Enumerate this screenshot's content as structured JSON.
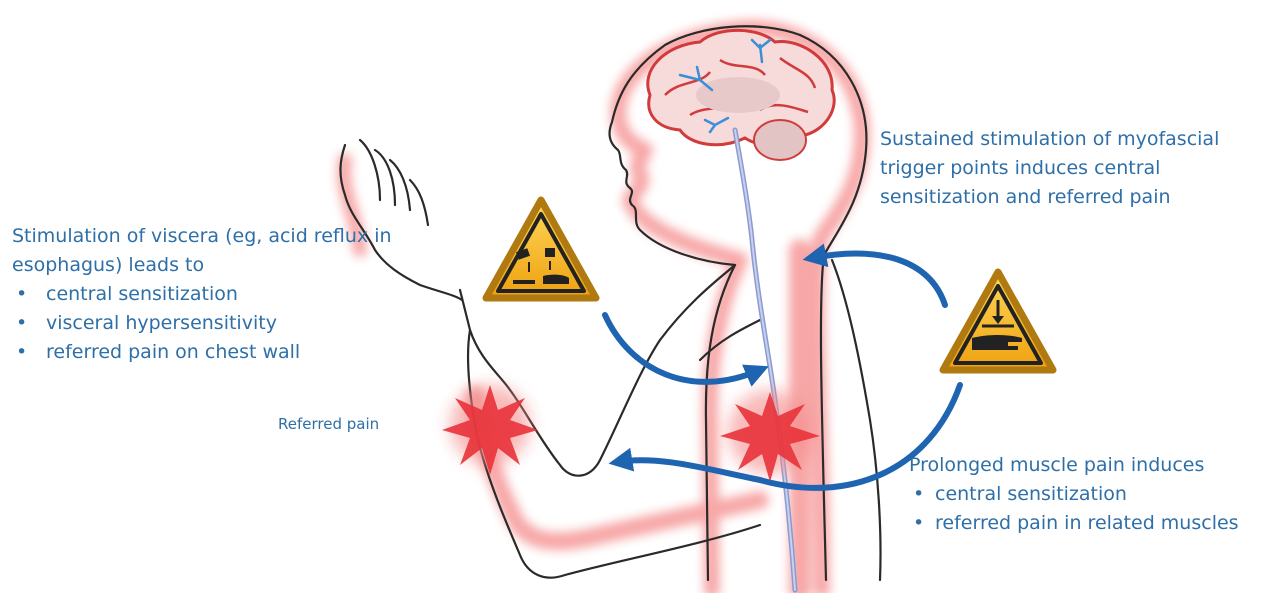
{
  "visceral": {
    "intro": "Stimulation of viscera (eg, acid reflux in esophagus) leads to",
    "items": [
      "central sensitization",
      "visceral hypersensitivity",
      "referred pain on chest wall"
    ]
  },
  "myofascial": {
    "text": "Sustained stimulation of myofascial trigger points induces central sensitization and referred pain"
  },
  "muscle": {
    "intro": "Prolonged muscle pain induces",
    "items": [
      "central sensitization",
      "referred pain in related muscles"
    ]
  },
  "referred_label": "Referred pain",
  "colors": {
    "text": "#2e6fa7",
    "arrow": "#1f64b0",
    "pain_glow": "#f26b6b",
    "spine": "#8a9bd0",
    "warning_fill": "#f3b519",
    "warning_border": "#b07a10"
  },
  "icons": {
    "acid_warning": "corrosive-warning-icon",
    "crush_warning": "hand-crush-warning-icon"
  }
}
